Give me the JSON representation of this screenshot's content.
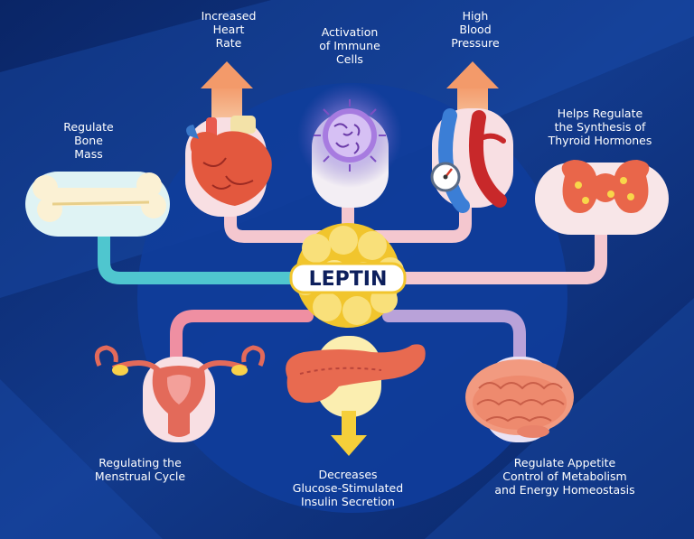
{
  "center": {
    "label": "LEPTIN"
  },
  "effects": {
    "heart_rate": "Increased\nHeart\nRate",
    "immune": "Activation\nof Immune\nCells",
    "blood_pressure": "High\nBlood\nPressure",
    "bone": "Regulate\nBone\nMass",
    "thyroid": "Helps Regulate\nthe Synthesis of\nThyroid Hormones",
    "menstrual": "Regulating the\nMenstrual Cycle",
    "insulin": "Decreases\nGlucose-Stimulated\nInsulin Secretion",
    "appetite": "Regulate Appetite\nControl of Metabolism\nand Energy Homeostasis"
  },
  "icons": {
    "heart": "heart-icon",
    "immune_cell": "immune-cell-icon",
    "blood_vessel": "blood-vessel-gauge-icon",
    "bone": "bone-icon",
    "thyroid": "thyroid-icon",
    "uterus": "uterus-icon",
    "pancreas": "pancreas-icon",
    "brain": "brain-icon",
    "fat_cells": "fat-cell-cluster-icon"
  },
  "colors": {
    "bg_dark": "#07215e",
    "bg_mid": "#1a4aa8",
    "line_pink": "#f4c7cf",
    "line_teal": "#4fc6cf",
    "line_rose": "#ef8fa2",
    "line_yellow": "#f7e27e",
    "line_lilac": "#b9a2d9",
    "arrow_orange": "#f3a274",
    "leptin_yellow": "#f5d33a"
  }
}
